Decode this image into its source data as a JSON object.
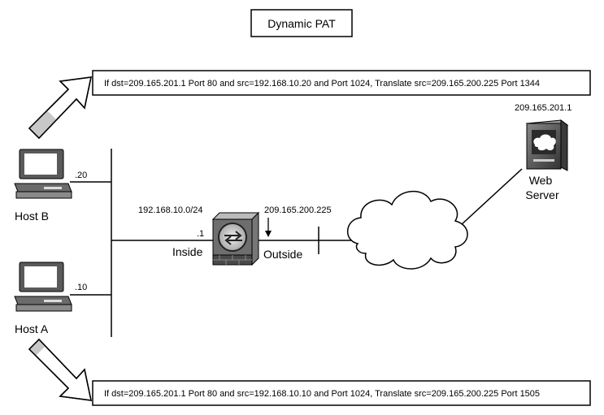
{
  "title": "Dynamic PAT",
  "rule_top": "If dst=209.165.201.1 Port 80 and src=192.168.10.20 and Port 1024, Translate src=209.165.200.225 Port 1344",
  "rule_bottom": "If dst=209.165.201.1 Port 80  and src=192.168.10.10 and Port 1024, Translate src=209.165.200.225 Port 1505",
  "hosts": {
    "host_b": {
      "label": "Host B",
      "address_suffix": ".20"
    },
    "host_a": {
      "label": "Host A",
      "address_suffix": ".10"
    }
  },
  "inside_network": "192.168.10.0/24",
  "firewall": {
    "inside_suffix": ".1",
    "inside_label": "Inside",
    "outside_label": "Outside",
    "outside_ip": "209.165.200.225"
  },
  "server": {
    "ip": "209.165.201.1",
    "label_line1": "Web",
    "label_line2": "Server"
  },
  "colors": {
    "arrow_fill": "#c8c8c8",
    "device": "#555555",
    "line": "#000000"
  },
  "icons": [
    "host-b-computer-icon",
    "host-a-computer-icon",
    "firewall-icon",
    "internet-cloud-icon",
    "web-server-icon",
    "up-right-arrow-icon",
    "down-right-arrow-icon",
    "down-arrow-icon"
  ]
}
